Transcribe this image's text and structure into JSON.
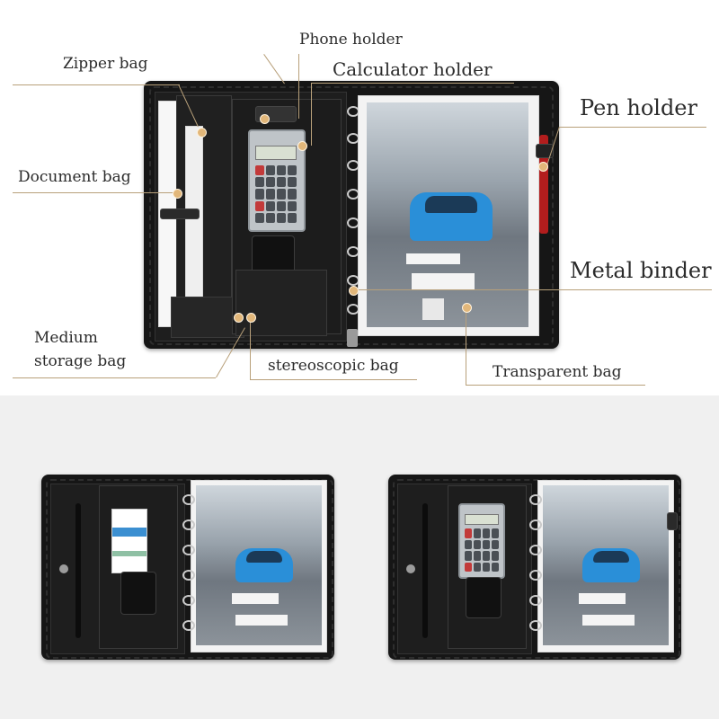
{
  "labels": {
    "phone_holder": "Phone holder",
    "zipper_bag": "Zipper bag",
    "calculator_holder": "Calculator holder",
    "pen_holder": "Pen holder",
    "document_bag": "Document bag",
    "metal_binder": "Metal binder",
    "medium_storage_bag_line1": "Medium",
    "medium_storage_bag_line2": "storage bag",
    "stereoscopic_bag": "stereoscopic bag",
    "transparent_bag": "Transparent bag"
  },
  "colors": {
    "label_text": "#2b2b2b",
    "leader_line": "#b8a07a",
    "marker_dot": "#e2b77a",
    "folio_leather": "#161616",
    "car_blue": "#2a8fd8",
    "pen_red": "#b21d1d",
    "bottom_background": "#f0f0f0"
  },
  "icons": {
    "marker": "dot-marker",
    "product": "zippered-padfolio"
  }
}
